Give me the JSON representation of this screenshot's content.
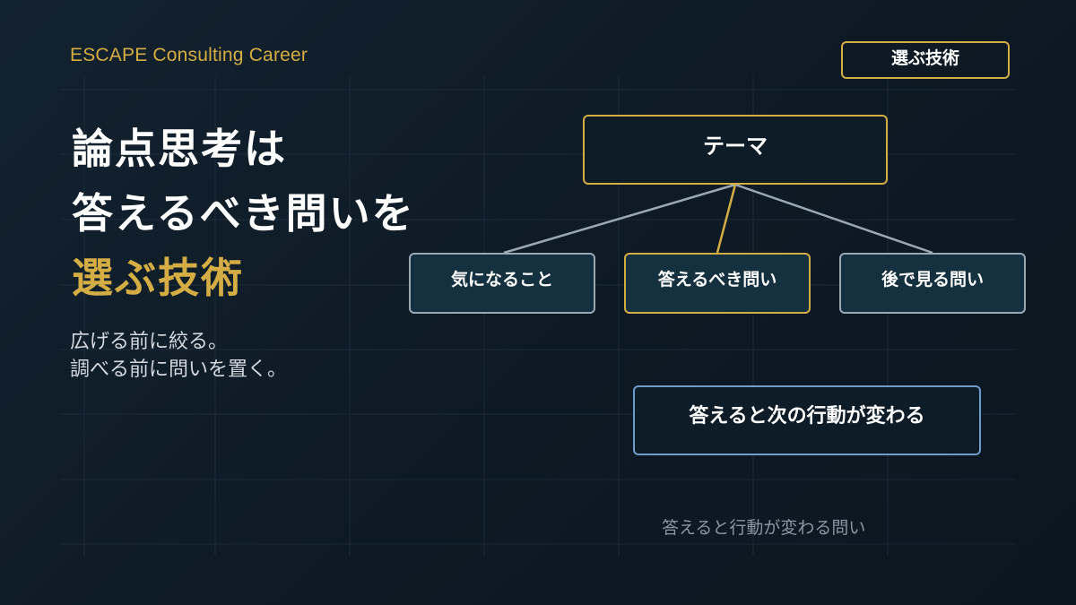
{
  "brand": "ESCAPE Consulting Career",
  "tag": "選ぶ技術",
  "headline": {
    "line1": "論点思考は",
    "line2": "答えるべき問いを",
    "line3": "選ぶ技術"
  },
  "subtext": {
    "line1": "広げる前に絞る。",
    "line2": "調べる前に問いを置く。"
  },
  "diagram": {
    "theme": "テーマ",
    "children": [
      "気になること",
      "答えるべき問い",
      "後で見る問い"
    ],
    "result": "答えると次の行動が変わる",
    "caption": "答えると行動が変わる問い"
  },
  "colors": {
    "accent": "#d4ad44",
    "neutral_line": "#9aa8b4",
    "result_border": "#6f9cc9",
    "background": "#0d1a25"
  }
}
